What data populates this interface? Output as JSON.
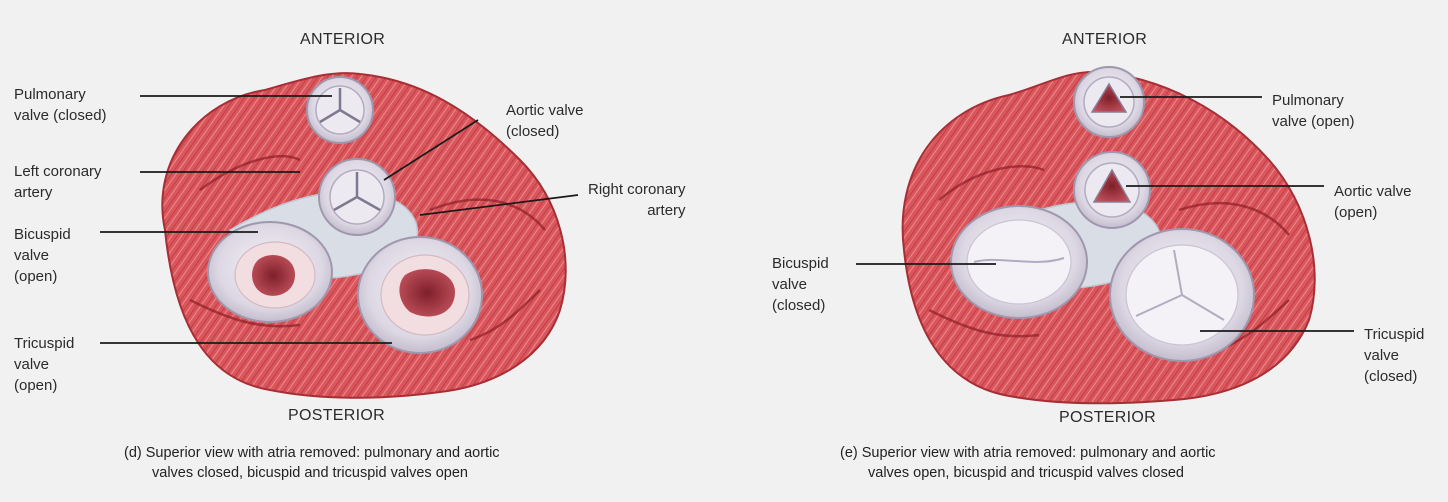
{
  "panels": [
    {
      "id": "d",
      "anterior": "ANTERIOR",
      "posterior": "POSTERIOR",
      "labels": {
        "pulmonary": "Pulmonary\nvalve (closed)",
        "left_coronary": "Left coronary\nartery",
        "bicuspid": "Bicuspid\nvalve\n(open)",
        "tricuspid": "Tricuspid\nvalve\n(open)",
        "aortic": "Aortic valve\n(closed)",
        "right_coronary": "Right coronary\nartery"
      },
      "caption_line1": "(d) Superior view with atria removed: pulmonary and aortic",
      "caption_line2": "valves closed, bicuspid and tricuspid valves open"
    },
    {
      "id": "e",
      "anterior": "ANTERIOR",
      "posterior": "POSTERIOR",
      "labels": {
        "pulmonary": "Pulmonary\nvalve (open)",
        "aortic": "Aortic valve\n(open)",
        "bicuspid": "Bicuspid\nvalve\n(closed)",
        "tricuspid": "Tricuspid\nvalve\n(closed)"
      },
      "caption_line1": "(e) Superior view with atria removed: pulmonary and aortic",
      "caption_line2": "valves open, bicuspid and tricuspid valves closed"
    }
  ],
  "colors": {
    "muscle": "#d9575c",
    "muscle_dark": "#b8343b",
    "muscle_light": "#ec8a8c",
    "valve_ring": "#e9e6ef",
    "valve_inner": "#c9c4d3",
    "opening": "#b33a44",
    "leader": "#1a1a1a"
  }
}
